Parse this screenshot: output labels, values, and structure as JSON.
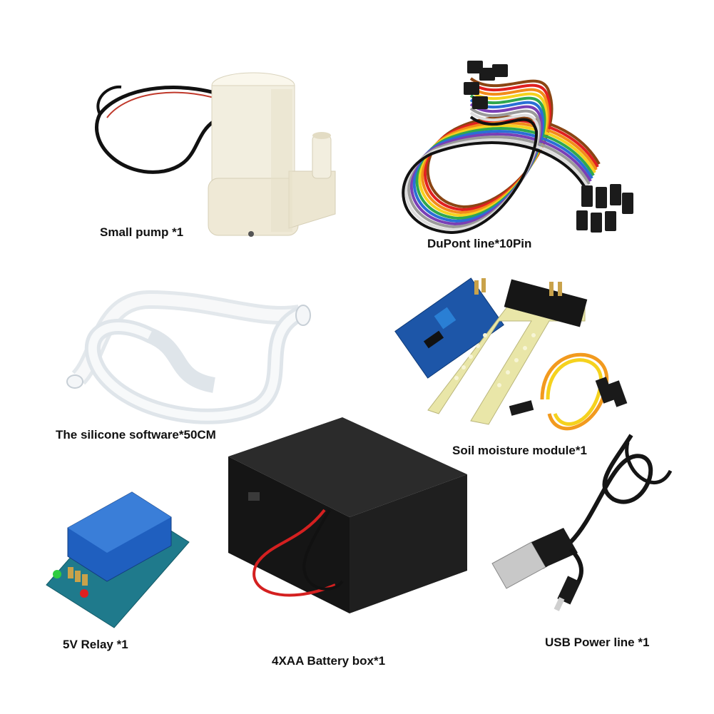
{
  "products": {
    "pump": {
      "label": "Small pump *1"
    },
    "dupont": {
      "label": "DuPont line*10Pin"
    },
    "tube": {
      "label": "The silicone software*50CM"
    },
    "soil": {
      "label": "Soil moisture module*1"
    },
    "relay": {
      "label": "5V Relay *1"
    },
    "battery": {
      "label": "4XAA Battery box*1"
    },
    "usb": {
      "label": "USB Power line *1"
    }
  },
  "colors": {
    "background": "#ffffff",
    "label_text": "#111111",
    "pump_body": "#f2eedf",
    "relay_blue": "#1f5fbf",
    "pcb_blue": "#1d56a8",
    "probe_yellow": "#e9e6a8",
    "battery_black": "#1a1a1a",
    "wire_red": "#d42020",
    "wire_orange": "#f29a1e",
    "wire_yellow": "#f5d21e"
  },
  "rainbow_wires": [
    "#8b4513",
    "#e02020",
    "#f28c1a",
    "#f5d21e",
    "#2fa84f",
    "#2a6fd6",
    "#7a3fb5",
    "#9a9a9a",
    "#ffffff",
    "#111111"
  ]
}
